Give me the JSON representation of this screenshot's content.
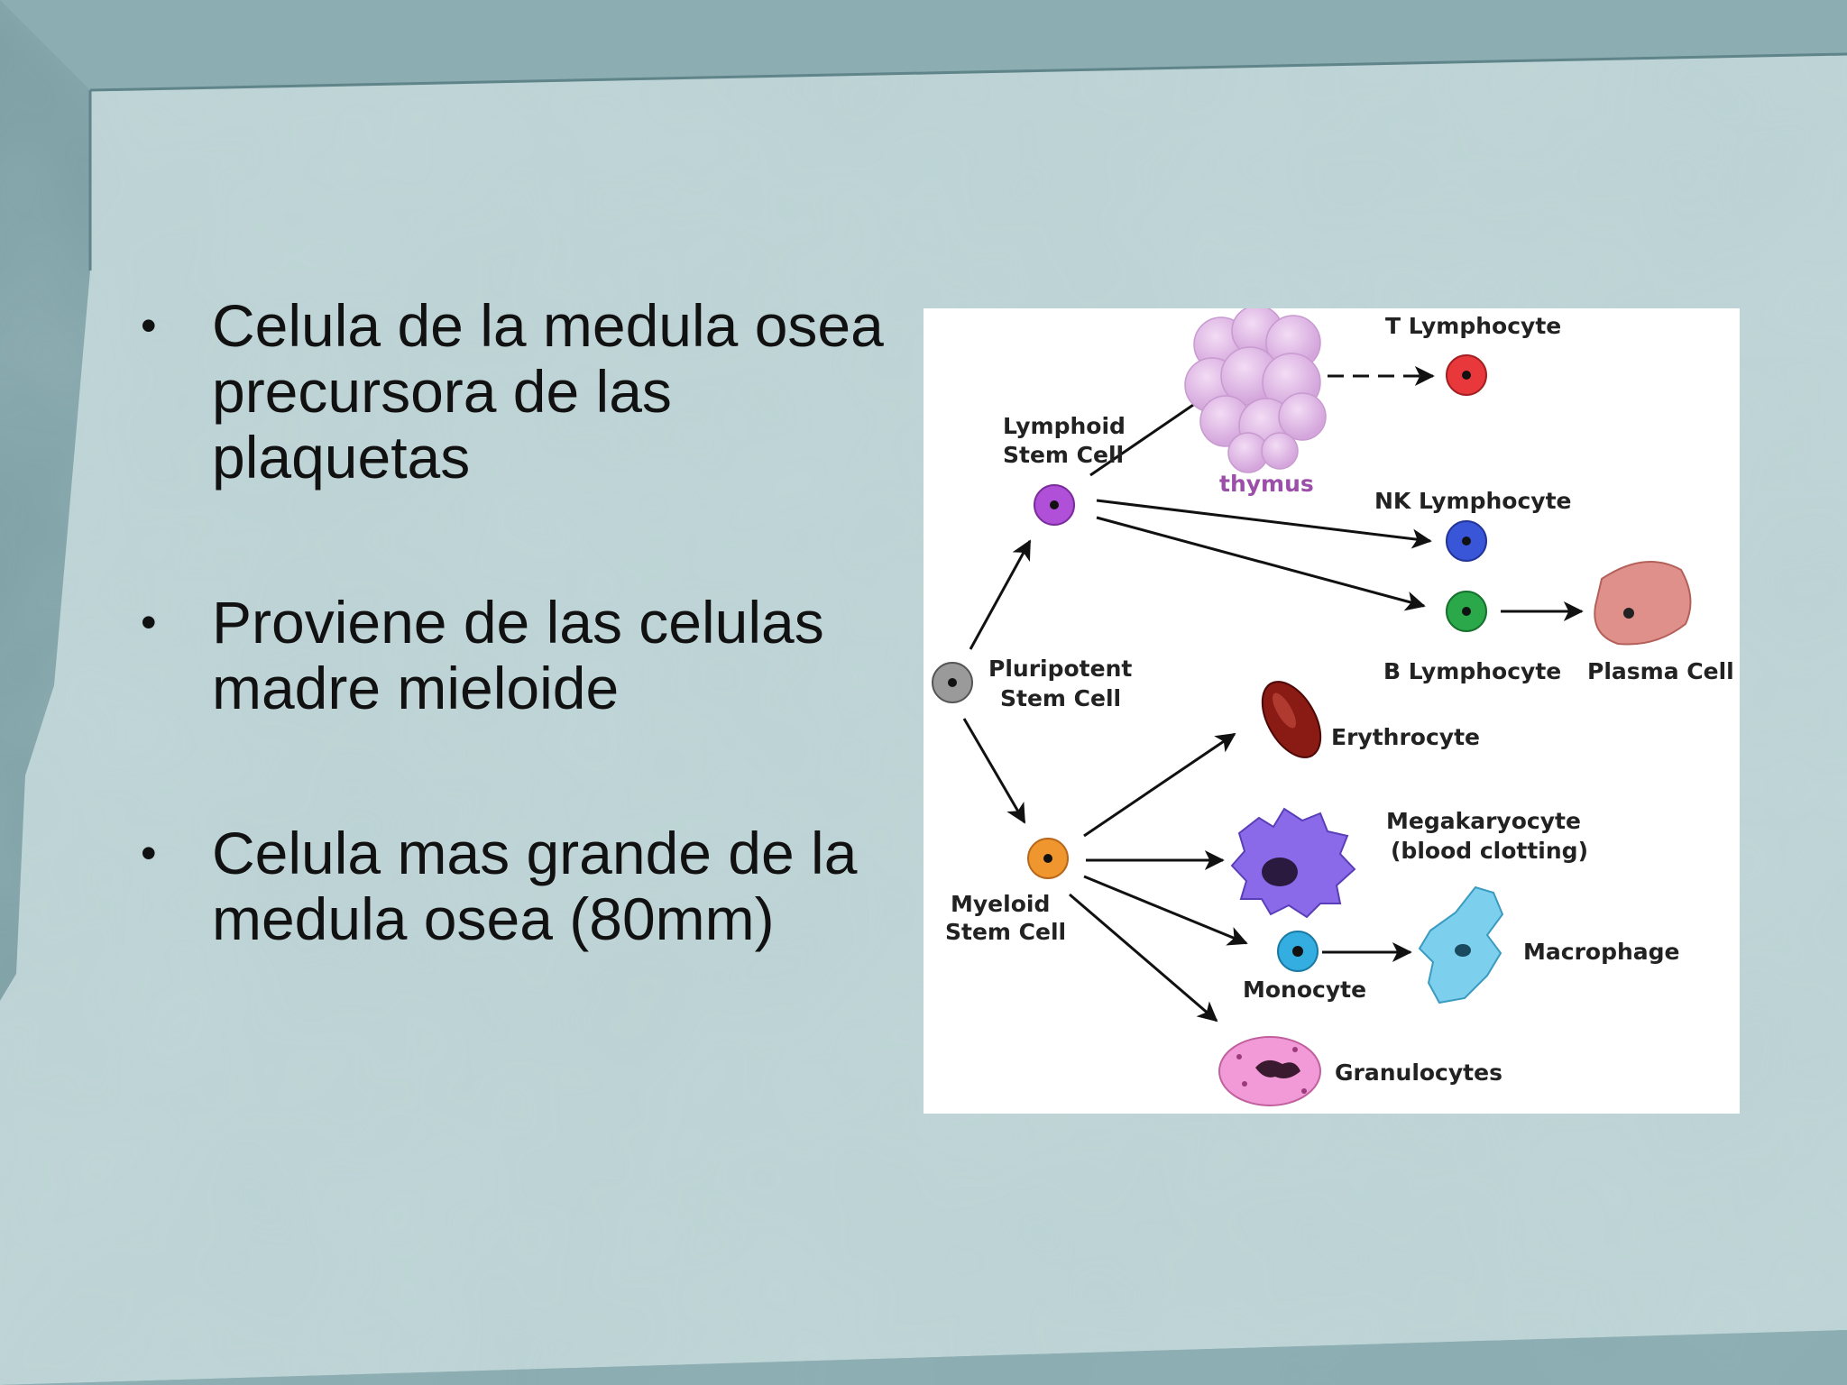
{
  "bullets": [
    {
      "text": "Celula de la medula osea precursora de las plaquetas"
    },
    {
      "text": "Proviene de las celulas madre mieloide"
    },
    {
      "text": "Celula mas grande de la medula osea (80mm)"
    }
  ],
  "bullet_symbol": "•",
  "figure": {
    "labels": {
      "lymphoid_line1": "Lymphoid",
      "lymphoid_line2": "Stem Cell",
      "thymus": "thymus",
      "t_lymphocyte": "T Lymphocyte",
      "nk_lymphocyte": "NK Lymphocyte",
      "b_lymphocyte": "B Lymphocyte",
      "plasma_cell": "Plasma Cell",
      "pluripotent_line1": "Pluripotent",
      "pluripotent_line2": "Stem Cell",
      "erythrocyte": "Erythrocyte",
      "megakaryocyte_line1": "Megakaryocyte",
      "megakaryocyte_line2": "(blood clotting)",
      "myeloid_line1": "Myeloid",
      "myeloid_line2": "Stem Cell",
      "monocyte": "Monocyte",
      "macrophage": "Macrophage",
      "granulocytes": "Granulocytes"
    },
    "colors": {
      "lymphoid": "#b04fd8",
      "t_cell": "#e8383c",
      "nk_cell": "#3a56d8",
      "b_cell": "#2aa84a",
      "pluripotent": "#9a9a9a",
      "myeloid": "#f0962e",
      "monocyte": "#34aee0",
      "erythrocyte": "#8a1a14",
      "megakaryocyte": "#8a6ae8",
      "macrophage": "#7cd0ee",
      "granulocytes": "#f29ad8",
      "plasma_cell": "#e0908a",
      "thymus": "#e2b8e8"
    }
  }
}
